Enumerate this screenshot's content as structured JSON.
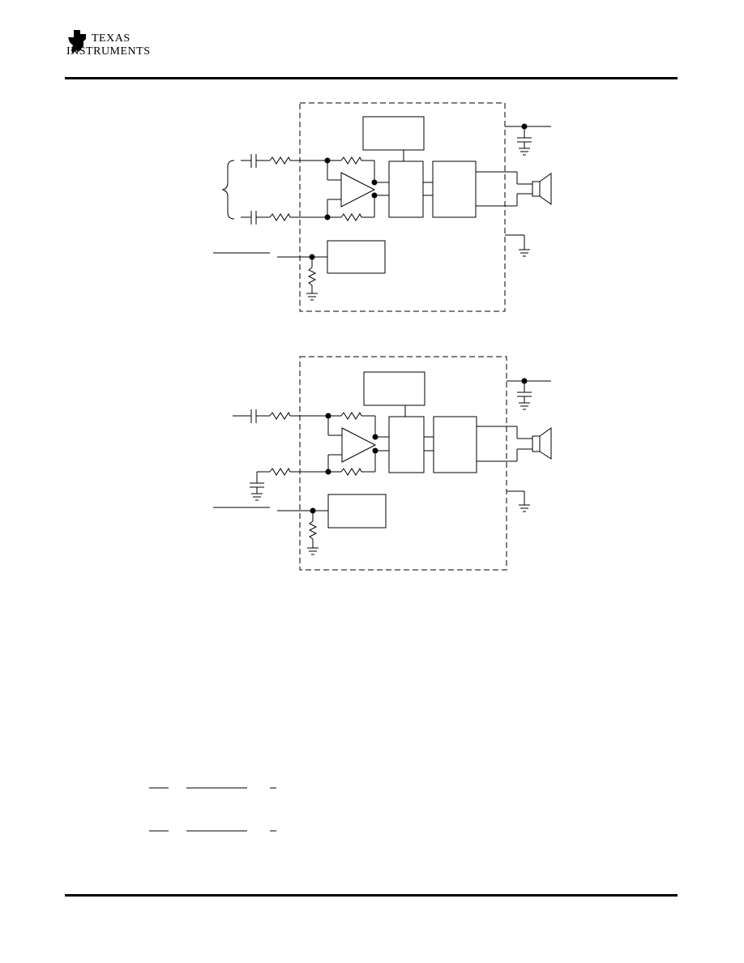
{
  "header": {
    "brand_line1": "Texas",
    "brand_line2": "Instruments"
  },
  "diagrams": [
    {
      "name": "differential-input-configuration"
    },
    {
      "name": "single-ended-input-configuration"
    }
  ]
}
